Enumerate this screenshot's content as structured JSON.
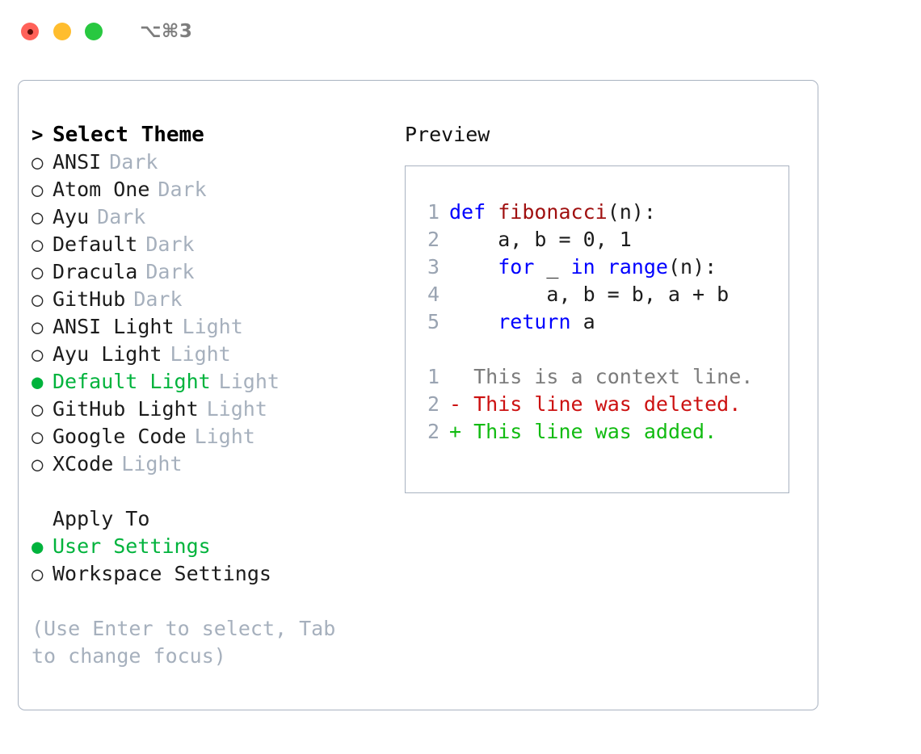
{
  "titlebar": {
    "traffic_lights": [
      {
        "name": "close",
        "color": "#ff6159"
      },
      {
        "name": "minimize",
        "color": "#ffbd2e"
      },
      {
        "name": "maximize",
        "color": "#28c840"
      }
    ],
    "shortcut": "⌥⌘3"
  },
  "colors": {
    "selected_green": "#00b33c",
    "muted_tag": "#a6b0bd",
    "border": "#a9b3c1",
    "keyword_blue": "#0000ff",
    "function_red": "#a01010",
    "diff_add_green": "#11bb11",
    "diff_del_red": "#cc1111",
    "linenumber_gray": "#9aa4b2"
  },
  "theme_picker": {
    "header": "Select Theme",
    "header_prefix": ">",
    "bullet_unselected": "○",
    "bullet_selected": "●",
    "items": [
      {
        "label": "ANSI",
        "tag": "Dark",
        "selected": false
      },
      {
        "label": "Atom One",
        "tag": "Dark",
        "selected": false
      },
      {
        "label": "Ayu",
        "tag": "Dark",
        "selected": false
      },
      {
        "label": "Default",
        "tag": "Dark",
        "selected": false
      },
      {
        "label": "Dracula",
        "tag": "Dark",
        "selected": false
      },
      {
        "label": "GitHub",
        "tag": "Dark",
        "selected": false
      },
      {
        "label": "ANSI Light",
        "tag": "Light",
        "selected": false
      },
      {
        "label": "Ayu Light",
        "tag": "Light",
        "selected": false
      },
      {
        "label": "Default Light",
        "tag": "Light",
        "selected": true
      },
      {
        "label": "GitHub Light",
        "tag": "Light",
        "selected": false
      },
      {
        "label": "Google Code",
        "tag": "Light",
        "selected": false
      },
      {
        "label": "XCode",
        "tag": "Light",
        "selected": false
      }
    ]
  },
  "apply_to": {
    "header": "Apply To",
    "items": [
      {
        "label": "User Settings",
        "selected": true
      },
      {
        "label": "Workspace Settings",
        "selected": false
      }
    ]
  },
  "hint": "(Use Enter to select, Tab to change focus)",
  "preview": {
    "title": "Preview",
    "code_lines": [
      {
        "number": "1",
        "tokens": [
          {
            "text": "def ",
            "kind": "kw"
          },
          {
            "text": "fibonacci",
            "kind": "fn"
          },
          {
            "text": "(n):",
            "kind": "plain"
          }
        ]
      },
      {
        "number": "2",
        "tokens": [
          {
            "text": "    a, b = 0, 1",
            "kind": "plain"
          }
        ]
      },
      {
        "number": "3",
        "tokens": [
          {
            "text": "    ",
            "kind": "plain"
          },
          {
            "text": "for",
            "kind": "kw"
          },
          {
            "text": " _ ",
            "kind": "plain"
          },
          {
            "text": "in",
            "kind": "kw"
          },
          {
            "text": " ",
            "kind": "plain"
          },
          {
            "text": "range",
            "kind": "kw"
          },
          {
            "text": "(n):",
            "kind": "plain"
          }
        ]
      },
      {
        "number": "4",
        "tokens": [
          {
            "text": "        a, b = b, a + b",
            "kind": "plain"
          }
        ]
      },
      {
        "number": "5",
        "tokens": [
          {
            "text": "    ",
            "kind": "plain"
          },
          {
            "text": "return",
            "kind": "kw"
          },
          {
            "text": " a",
            "kind": "plain"
          }
        ]
      }
    ],
    "diff_lines": [
      {
        "number": "1",
        "marker": " ",
        "text": "This is a context line.",
        "kind": "ctx"
      },
      {
        "number": "2",
        "marker": "-",
        "text": "This line was deleted.",
        "kind": "del"
      },
      {
        "number": "2",
        "marker": "+",
        "text": "This line was added.",
        "kind": "add"
      }
    ]
  }
}
